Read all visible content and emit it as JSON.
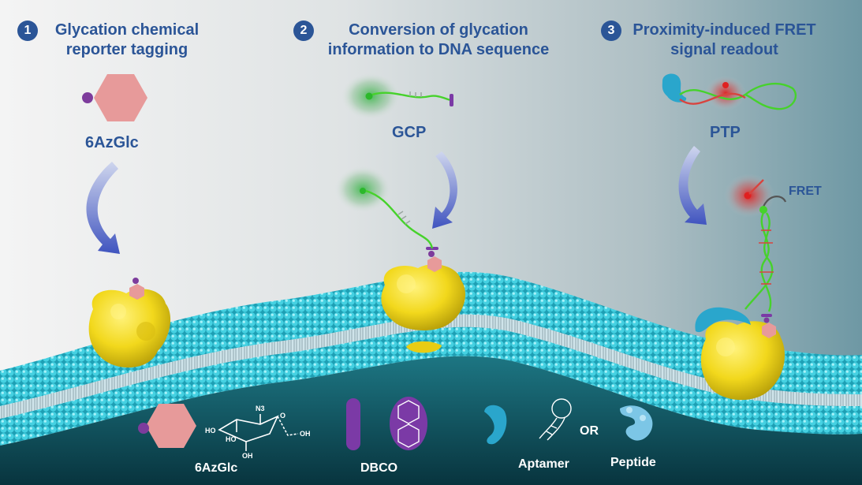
{
  "steps": [
    {
      "number": "1",
      "title": "Glycation chemical reporter tagging"
    },
    {
      "number": "2",
      "title": "Conversion of glycation information to DNA sequence"
    },
    {
      "number": "3",
      "title": "Proximity-induced FRET signal readout"
    }
  ],
  "labels": {
    "reporter": "6AzGlc",
    "gcp": "GCP",
    "ptp": "PTP",
    "fret": "FRET"
  },
  "legend": {
    "reporter": "6AzGlc",
    "dbco": "DBCO",
    "aptamer": "Aptamer",
    "or": "OR",
    "peptide": "Peptide",
    "chem_n3": "N3",
    "chem_ho": "HO",
    "chem_oh": "OH",
    "chem_o": "O"
  },
  "colors": {
    "title_blue": "#2b5597",
    "hexagon": "#e79a9a",
    "reporter_ball": "#7d3c9c",
    "protein": "#f2d81c",
    "membrane": "#33c6d9",
    "cell_interior": "#0f4f5d",
    "dna_green": "#46d22b",
    "dna_red": "#d8443f",
    "arrow": "#4f62c4",
    "dbco_purple": "#7b3aa6",
    "aptamer_blue": "#2aa6cc"
  },
  "icons": [
    "hexagon-reporter-icon",
    "protein-icon",
    "gcp-probe-icon",
    "ptp-probe-icon",
    "curved-arrow-icon",
    "dbco-icon",
    "aptamer-icon",
    "peptide-icon",
    "binder-icon"
  ]
}
